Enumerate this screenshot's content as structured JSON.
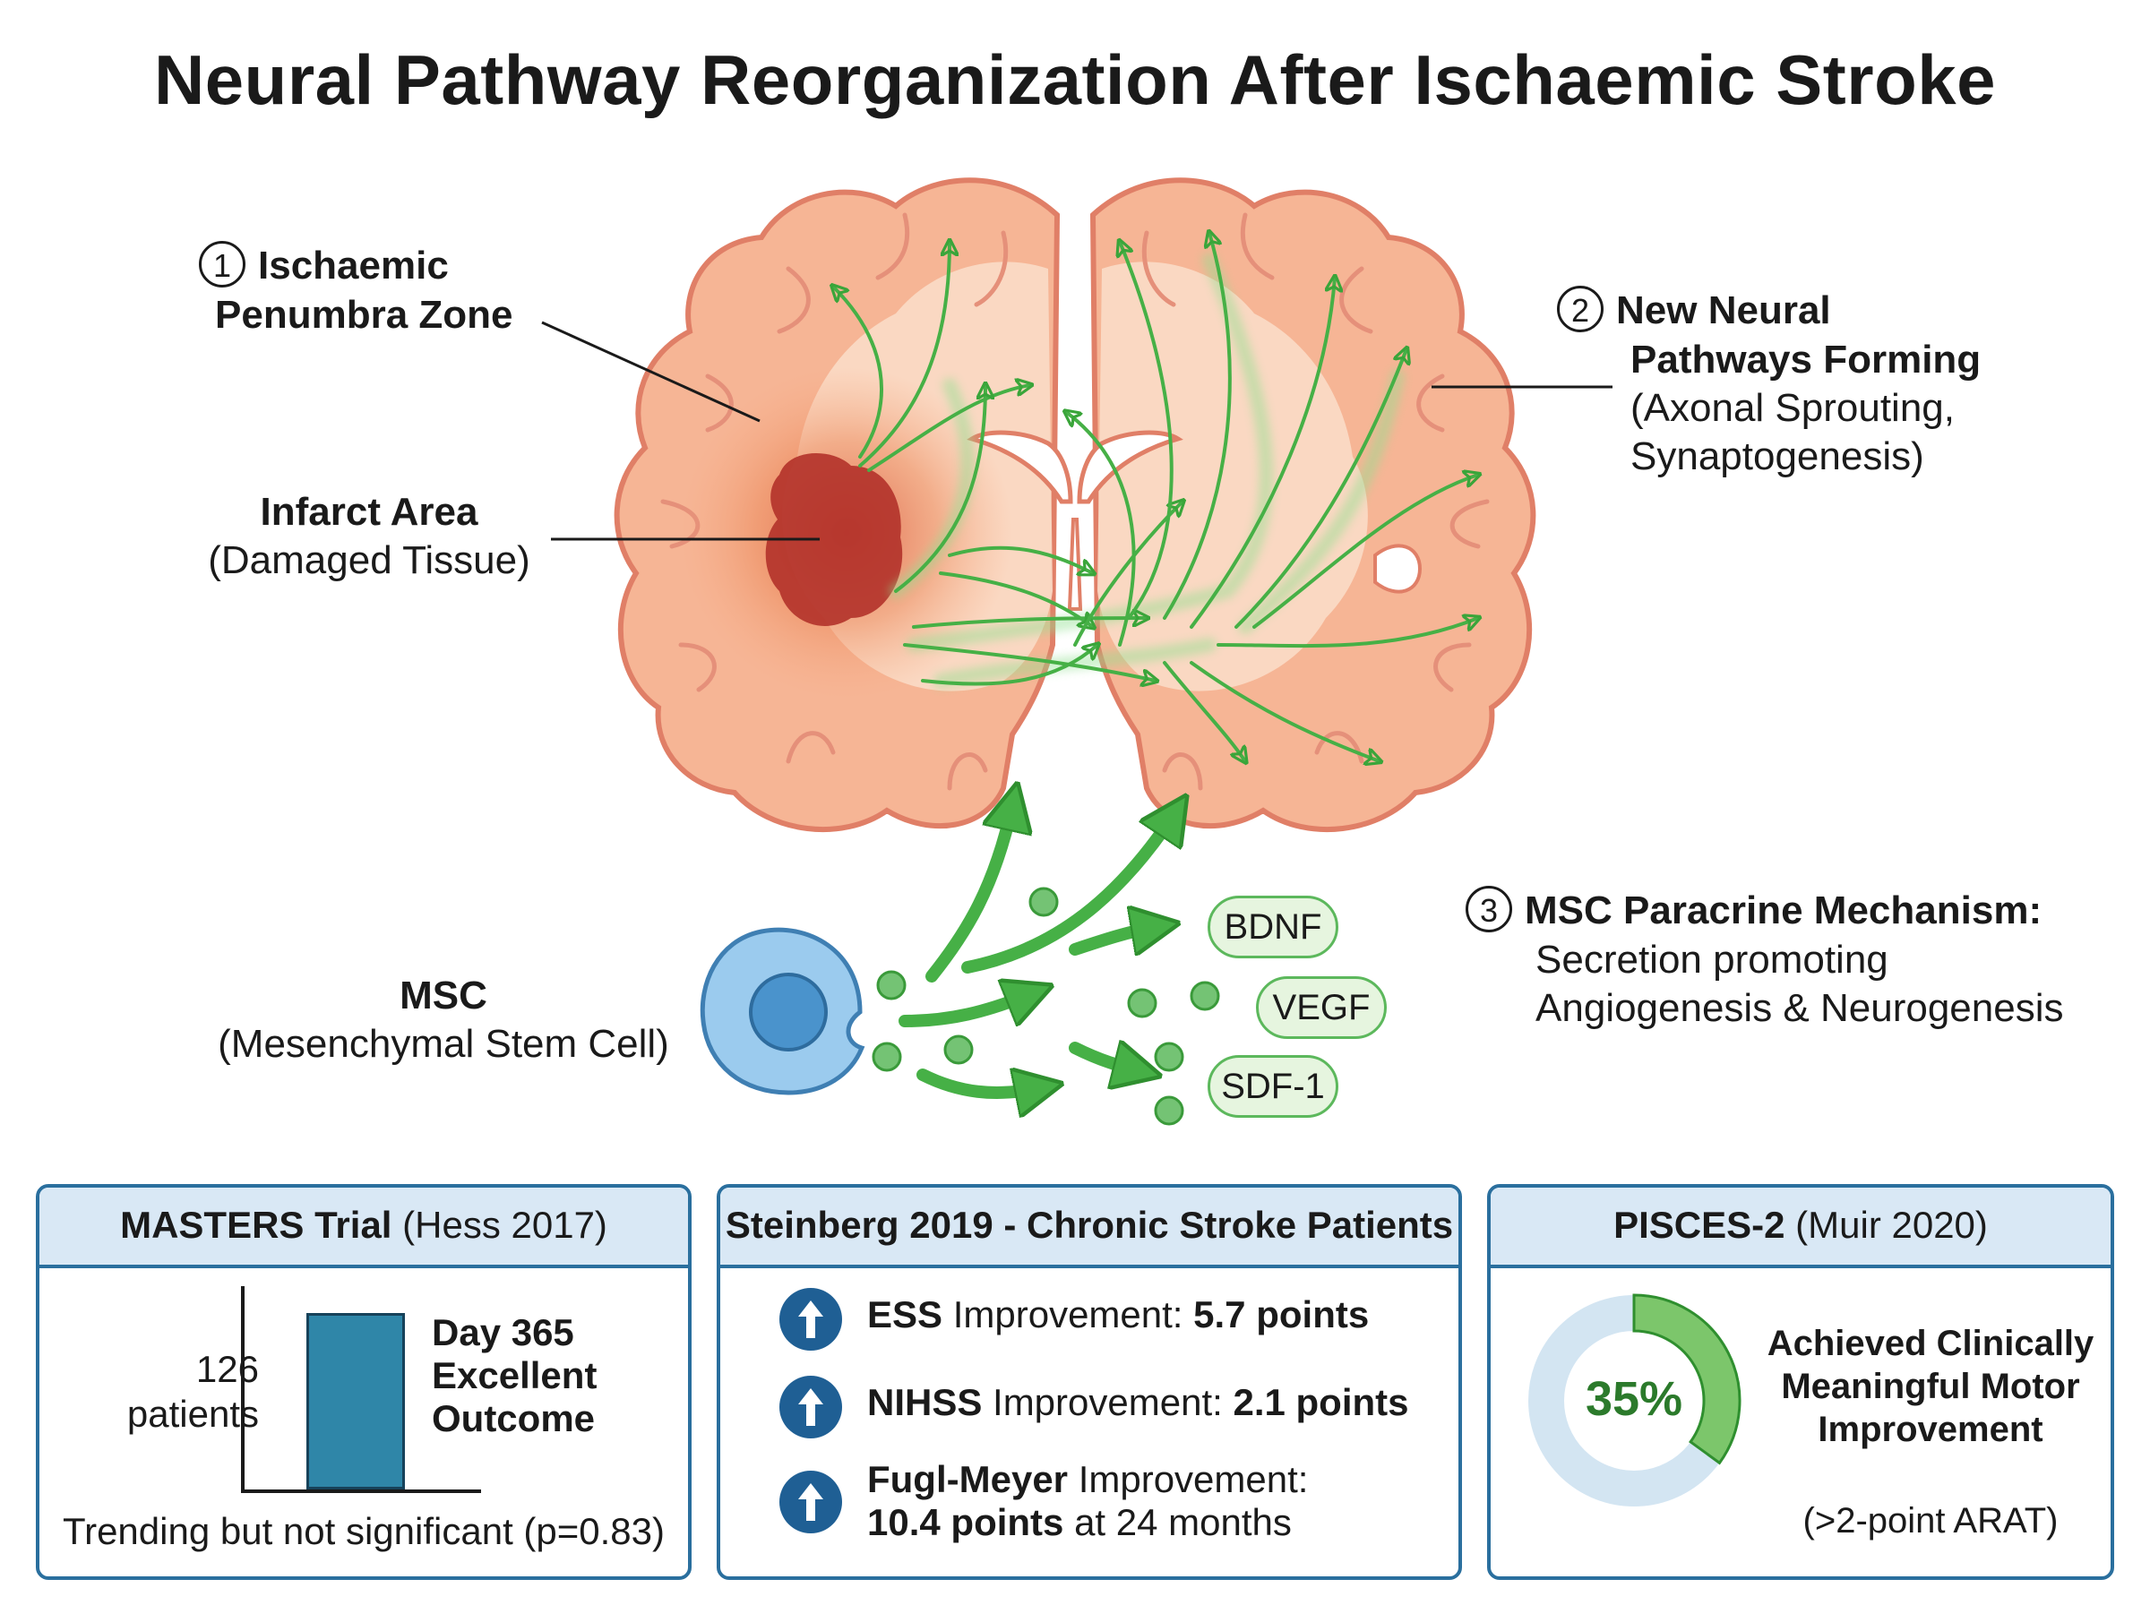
{
  "title": "Neural Pathway Reorganization After Ischaemic Stroke",
  "labels": {
    "penumbra": {
      "num": "1",
      "line1": "Ischaemic",
      "line2": "Penumbra Zone"
    },
    "infarct": {
      "title": "Infarct Area",
      "sub": "(Damaged Tissue)"
    },
    "pathways": {
      "num": "2",
      "line1": "New Neural",
      "line2": "Pathways Forming",
      "line3": "(Axonal Sprouting,",
      "line4": "Synaptogenesis)"
    },
    "msc": {
      "title": "MSC",
      "sub": "(Mesenchymal Stem Cell)"
    },
    "paracrine": {
      "num": "3",
      "title": "MSC Paracrine Mechanism:",
      "line2": "Secretion promoting",
      "line3": "Angiogenesis & Neurogenesis"
    }
  },
  "factors": [
    "BDNF",
    "VEGF",
    "SDF-1"
  ],
  "panels": {
    "masters": {
      "title_bold": "MASTERS Trial",
      "title_rest": " (Hess 2017)",
      "patients_value": "126",
      "patients_label": "patients",
      "bar_label_1": "Day 365",
      "bar_label_2": "Excellent",
      "bar_label_3": "Outcome",
      "footer": "Trending but not significant (p=0.83)"
    },
    "steinberg": {
      "title": "Steinberg 2019 - Chronic Stroke Patients",
      "items": [
        {
          "metric": "ESS",
          "text": " Improvement: ",
          "value": "5.7 points",
          "extra": ""
        },
        {
          "metric": "NIHSS",
          "text": " Improvement: ",
          "value": "2.1 points",
          "extra": ""
        },
        {
          "metric": "Fugl-Meyer",
          "text": " Improvement:",
          "value": "10.4 points",
          "extra": " at 24 months"
        }
      ]
    },
    "pisces": {
      "title_bold": "PISCES-2",
      "title_rest": " (Muir 2020)",
      "percent_label": "35%",
      "percent_value": 0.35,
      "desc_1": "Achieved Clinically",
      "desc_2": "Meaningful Motor",
      "desc_3": "Improvement",
      "footnote": "(>2-point ARAT)"
    }
  },
  "colors": {
    "accent_blue": "#2a6f9e",
    "pathway_green": "#4cbb4c",
    "infarct_red": "#b3322a",
    "brain_tissue": "#f6c4a7",
    "cell_blue": "#8ec4ea"
  }
}
